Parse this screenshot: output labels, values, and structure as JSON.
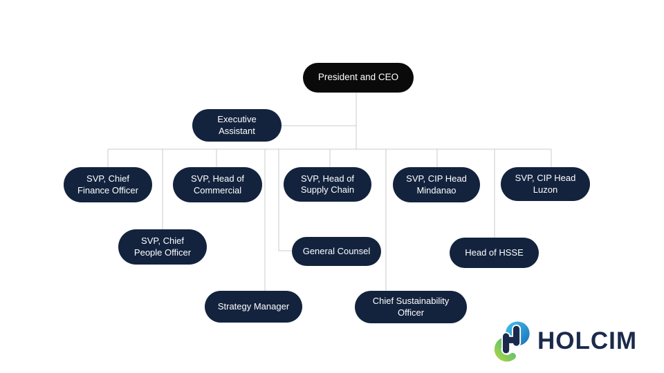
{
  "org": {
    "nodes": [
      {
        "id": "president-ceo",
        "label": "President and CEO"
      },
      {
        "id": "executive-assistant",
        "label": "Executive Assistant"
      },
      {
        "id": "svp-chief-finance-officer",
        "label": "SVP, Chief Finance Officer"
      },
      {
        "id": "svp-head-of-commercial",
        "label": "SVP, Head of Commercial"
      },
      {
        "id": "svp-head-of-supply-chain",
        "label": "SVP, Head of Supply Chain"
      },
      {
        "id": "svp-cip-head-mindanao",
        "label": "SVP, CIP Head Mindanao"
      },
      {
        "id": "svp-cip-head-luzon",
        "label": "SVP, CIP Head Luzon"
      },
      {
        "id": "svp-chief-people-officer",
        "label": "SVP, Chief People Officer"
      },
      {
        "id": "general-counsel",
        "label": "General Counsel"
      },
      {
        "id": "head-of-hsse",
        "label": "Head of HSSE"
      },
      {
        "id": "strategy-manager",
        "label": "Strategy Manager"
      },
      {
        "id": "chief-sustainability-officer",
        "label": "Chief Sustainability Officer"
      }
    ],
    "edges": [
      {
        "from": "president-ceo",
        "to": "executive-assistant"
      },
      {
        "from": "president-ceo",
        "to": "svp-chief-finance-officer"
      },
      {
        "from": "president-ceo",
        "to": "svp-head-of-commercial"
      },
      {
        "from": "president-ceo",
        "to": "svp-head-of-supply-chain"
      },
      {
        "from": "president-ceo",
        "to": "svp-cip-head-mindanao"
      },
      {
        "from": "president-ceo",
        "to": "svp-cip-head-luzon"
      },
      {
        "from": "president-ceo",
        "to": "svp-chief-people-officer"
      },
      {
        "from": "president-ceo",
        "to": "general-counsel"
      },
      {
        "from": "president-ceo",
        "to": "head-of-hsse"
      },
      {
        "from": "president-ceo",
        "to": "strategy-manager"
      },
      {
        "from": "president-ceo",
        "to": "chief-sustainability-officer"
      }
    ]
  },
  "logo": {
    "wordmark": "HOLCIM"
  },
  "colors": {
    "node_fill": "#13233E",
    "ceo_node_fill": "#0A0A0A",
    "node_text": "#FFFFFF",
    "connector": "#C9CBCE",
    "logo_navy": "#1B2A4C",
    "logo_blue_light": "#45C2F1",
    "logo_blue_dark": "#1A6FB7",
    "logo_green_light": "#A3D34B",
    "logo_green_dark": "#3FB57C",
    "background": "#FFFFFF"
  }
}
